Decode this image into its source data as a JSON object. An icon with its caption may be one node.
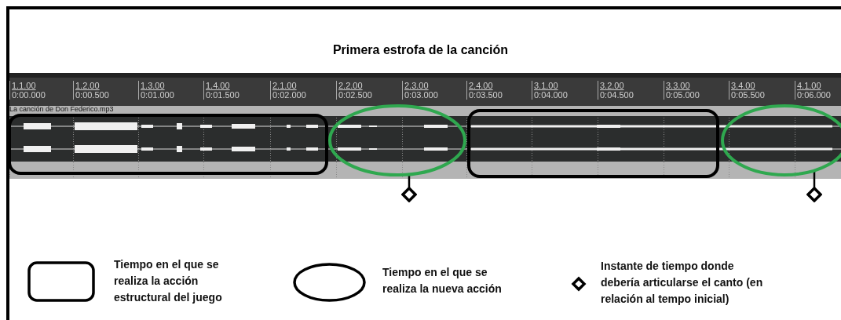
{
  "diagram": {
    "title": "Primera estrofa de la canción",
    "nodes": [
      {
        "text": [],
        "shape": "box"
      },
      {
        "text": [],
        "shape": "ellipse"
      },
      {
        "text": [],
        "shape": "box"
      },
      {
        "text": [],
        "shape": "ellipse"
      },
      {
        "text": [],
        "shape": "diamond"
      },
      {
        "text": [],
        "shape": "diamond"
      }
    ],
    "edges": [
      {
        "from": 1,
        "to": 4,
        "arrow": "none"
      },
      {
        "from": 3,
        "to": 5,
        "arrow": "none"
      }
    ],
    "labels": [
      "1.1.00",
      "0:00.000",
      "1.2.00",
      "0:00.500",
      "1.3.00",
      "0:01.000",
      "1.4.00",
      "0:01.500",
      "2.1.00",
      "0:02.000",
      "2.2.00",
      "0:02.500",
      "2.3.00",
      "0:03.000",
      "2.4.00",
      "0:03.500",
      "3.1.00",
      "0:04.000",
      "3.2.00",
      "0:04.500",
      "3.3.00",
      "0:05.000",
      "3.4.00",
      "0:05.500",
      "4.1.00",
      "0:06.000",
      "La canción de Don Federico.mp3"
    ],
    "legend": [
      {
        "text": "Tiempo en el que se realiza la acción estructural del juego"
      },
      {
        "text": "Tiempo en el que se realiza la nueva acción"
      },
      {
        "text": "Instante de tiempo donde debería articularse el canto (en relación al tempo inicial)"
      }
    ]
  }
}
